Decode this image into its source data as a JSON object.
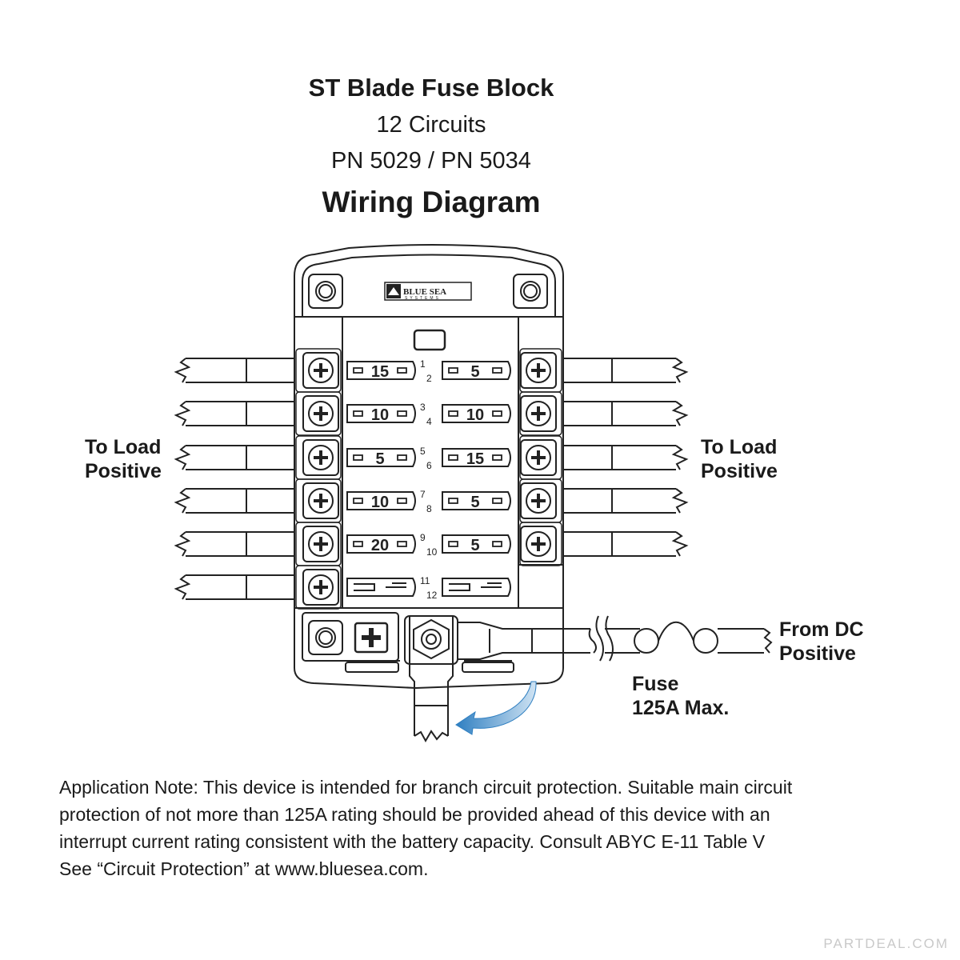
{
  "title": {
    "name": "ST Blade Fuse Block",
    "circuits": "12 Circuits",
    "part_numbers": "PN 5029 / PN 5034",
    "subtitle": "Wiring Diagram"
  },
  "logo": {
    "brand": "BLUE SEA",
    "tagline": "SYSTEMS"
  },
  "labels": {
    "left_line1": "To Load",
    "left_line2": "Positive",
    "right_line1": "To Load",
    "right_line2": "Positive",
    "dc_line1": "From DC",
    "dc_line2": "Positive",
    "fuse_line1": "Fuse",
    "fuse_line2": "125A Max."
  },
  "fuses": [
    {
      "circuit": "1",
      "amps": "15"
    },
    {
      "circuit": "2",
      "amps": "5"
    },
    {
      "circuit": "3",
      "amps": "10"
    },
    {
      "circuit": "4",
      "amps": "10"
    },
    {
      "circuit": "5",
      "amps": "5"
    },
    {
      "circuit": "6",
      "amps": "15"
    },
    {
      "circuit": "7",
      "amps": "10"
    },
    {
      "circuit": "8",
      "amps": "5"
    },
    {
      "circuit": "9",
      "amps": "20"
    },
    {
      "circuit": "10",
      "amps": "5"
    },
    {
      "circuit": "11",
      "amps": ""
    },
    {
      "circuit": "12",
      "amps": ""
    }
  ],
  "application_note": {
    "line1": "Application Note:  This device is intended for branch circuit protection. Suitable main circuit",
    "line2": "protection of not more than 125A rating should be provided ahead of this device with an",
    "line3": "interrupt current rating consistent with the battery capacity. Consult ABYC E-11 Table V",
    "line4": "See “Circuit Protection” at www.bluesea.com."
  },
  "watermark": "PARTDEAL.COM",
  "colors": {
    "line": "#222222",
    "arrow": "#2f7fc1",
    "watermark": "#c9c9c9"
  }
}
